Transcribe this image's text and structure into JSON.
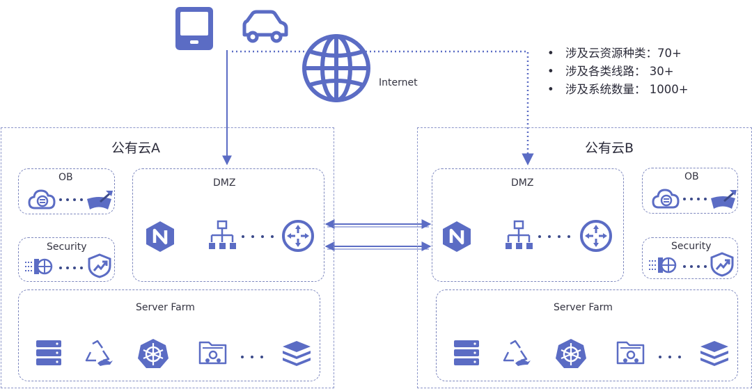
{
  "internet": {
    "label": "Internet"
  },
  "stats": [
    "涉及云资源种类：70+",
    "涉及各类线路： 30+",
    "涉及系统数量： 1000+"
  ],
  "cloud_a": {
    "title": "公有云A",
    "ob": "OB",
    "security": "Security",
    "dmz": "DMZ",
    "server_farm": "Server Farm"
  },
  "cloud_b": {
    "title": "公有云B",
    "ob": "OB",
    "security": "Security",
    "dmz": "DMZ",
    "server_farm": "Server Farm"
  },
  "colors": {
    "accent": "#5b6cc4",
    "icon_fill": "#5b6cc4",
    "dashed_border": "#7d87be"
  }
}
